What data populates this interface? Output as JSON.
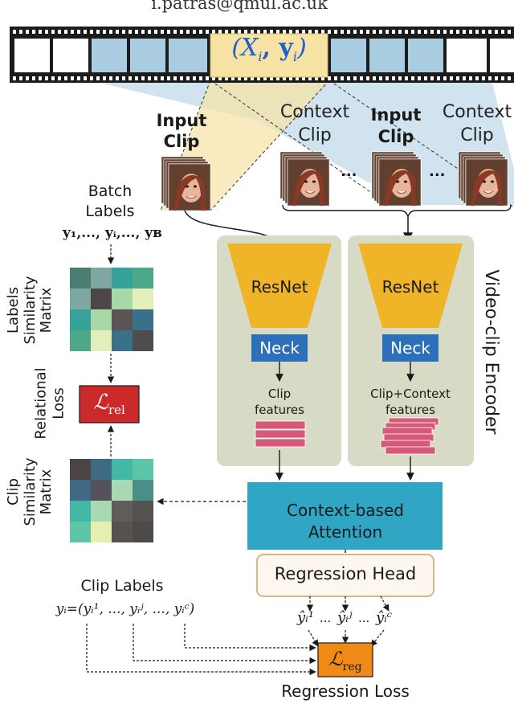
{
  "email": "i.patras@qmul.ac.uk",
  "film_label": "(X",
  "film_label_sub": "i",
  "film_label_y": ", y",
  "film_label_close": ")",
  "input_clip_1": [
    "Input",
    "Clip"
  ],
  "context_clip_1": [
    "Context",
    "Clip"
  ],
  "input_clip_2": [
    "Input",
    "Clip"
  ],
  "context_clip_2": [
    "Context",
    "Clip"
  ],
  "ellipsis": "...",
  "batch_labels": [
    "Batch",
    "Labels"
  ],
  "batch_formula": "y₁,..., yᵢ,..., yʙ",
  "labels_similarity": [
    "Labels",
    "Similarity",
    "Matrix"
  ],
  "relational_loss_label": [
    "Relational",
    "Loss"
  ],
  "l_rel": "ℒ",
  "l_rel_sub": "rel",
  "clip_similarity": [
    "Clip",
    "Similarity",
    "Matrix"
  ],
  "resnet_1": "ResNet",
  "resnet_2": "ResNet",
  "neck_1": "Neck",
  "neck_2": "Neck",
  "clip_features": [
    "Clip",
    "features"
  ],
  "clip_context_features": [
    "Clip+Context",
    "features"
  ],
  "encoder_label": "Video-clip Encoder",
  "attention": [
    "Context-based",
    "Attention"
  ],
  "regression_head": "Regression Head",
  "clip_labels": "Clip Labels",
  "clip_labels_formula": "yᵢ=(yᵢ¹, ..., yᵢʲ, ..., yᵢᶜ)",
  "predictions": [
    "ŷᵢ¹",
    "...",
    "ŷᵢʲ",
    "...",
    "ŷᵢᶜ"
  ],
  "l_reg": "ℒ",
  "l_reg_sub": "reg",
  "regression_loss": "Regression Loss",
  "colors": {
    "film_dark": "#1c1c1c",
    "frame_blue": "#a9cce0",
    "frame_yellow": "#f6e3a4",
    "panel_bg": "#d7dbc6",
    "resnet": "#f0b429",
    "neck": "#2d6fb8",
    "feature": "#d45a78",
    "attention": "#31a5c4",
    "head_border": "#d2b88a",
    "loss_red": "#cc2a2a",
    "loss_orange": "#ef8a17"
  },
  "labels_matrix": [
    [
      "#4a7d72",
      "#7ea7a2",
      "#36a39a",
      "#4da888"
    ],
    [
      "#7ea7a2",
      "#4d4646",
      "#a8d8a6",
      "#e2efb8"
    ],
    [
      "#36a39a",
      "#a8d8a6",
      "#5c5454",
      "#39708a"
    ],
    [
      "#4da888",
      "#e2efb8",
      "#39708a",
      "#4f4c4c"
    ]
  ],
  "clip_matrix": [
    [
      "#4c4444",
      "#3d6a84",
      "#43b8a6",
      "#5ec6a8"
    ],
    [
      "#3d6a84",
      "#55525a",
      "#a8d9b2",
      "#4a8e8a"
    ],
    [
      "#43b8a6",
      "#a8d9b2",
      "#605c5c",
      "#55524f"
    ],
    [
      "#5ec6a8",
      "#e4efb0",
      "#55524f",
      "#4e4a4a"
    ]
  ]
}
